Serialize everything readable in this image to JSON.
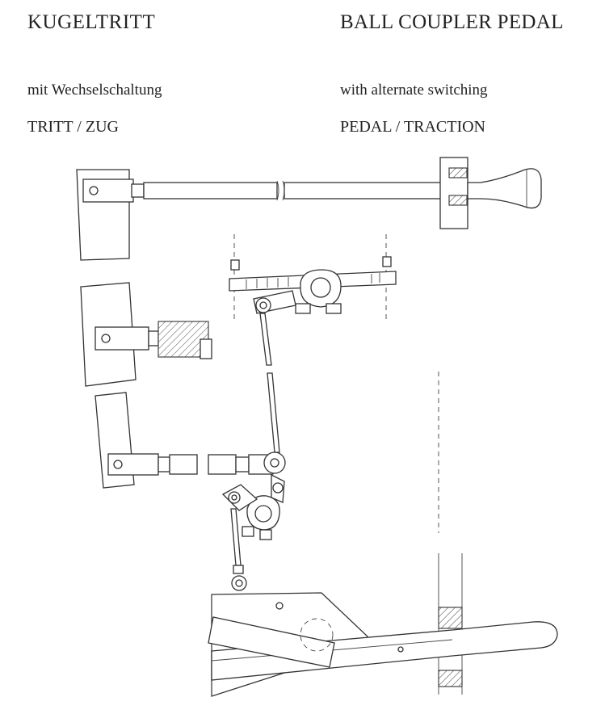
{
  "header": {
    "title_de": "KUGELTRITT",
    "title_en": "BALL COUPLER PEDAL",
    "subtitle_de": "mit Wechselschaltung",
    "subtitle_en": "with alternate switching",
    "mode_de": "TRITT / ZUG",
    "mode_en": "PEDAL / TRACTION"
  }
}
